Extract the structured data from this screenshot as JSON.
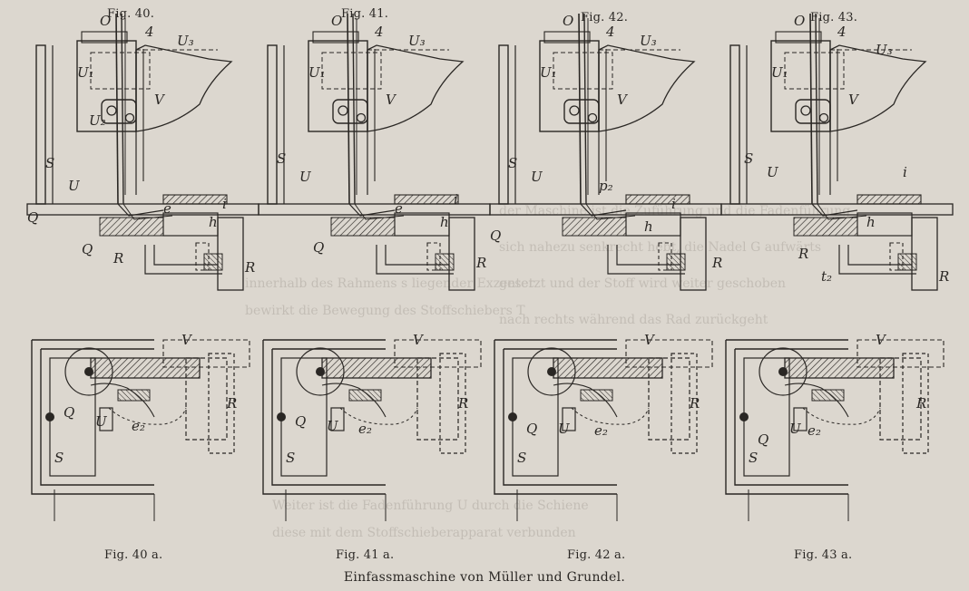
{
  "figure_labels_top": [
    "Fig. 40.",
    "Fig. 41.",
    "Fig. 42.",
    "Fig. 43."
  ],
  "figure_labels_bottom": [
    "Fig. 40 a.",
    "Fig. 41 a.",
    "Fig. 42 a.",
    "Fig. 43 a."
  ],
  "caption": "Einfassmaschine von Müller und Grundel.",
  "part_letters_top": [
    "O",
    "U₁",
    "U₂",
    "U",
    "V",
    "S",
    "Q",
    "R",
    "h",
    "i",
    "t",
    "p₂"
  ],
  "part_letters_bottom": [
    "V",
    "Q",
    "U",
    "S",
    "R",
    "e₂"
  ],
  "colors": {
    "paper": "#dcd7cf",
    "ink": "#2a2724"
  }
}
